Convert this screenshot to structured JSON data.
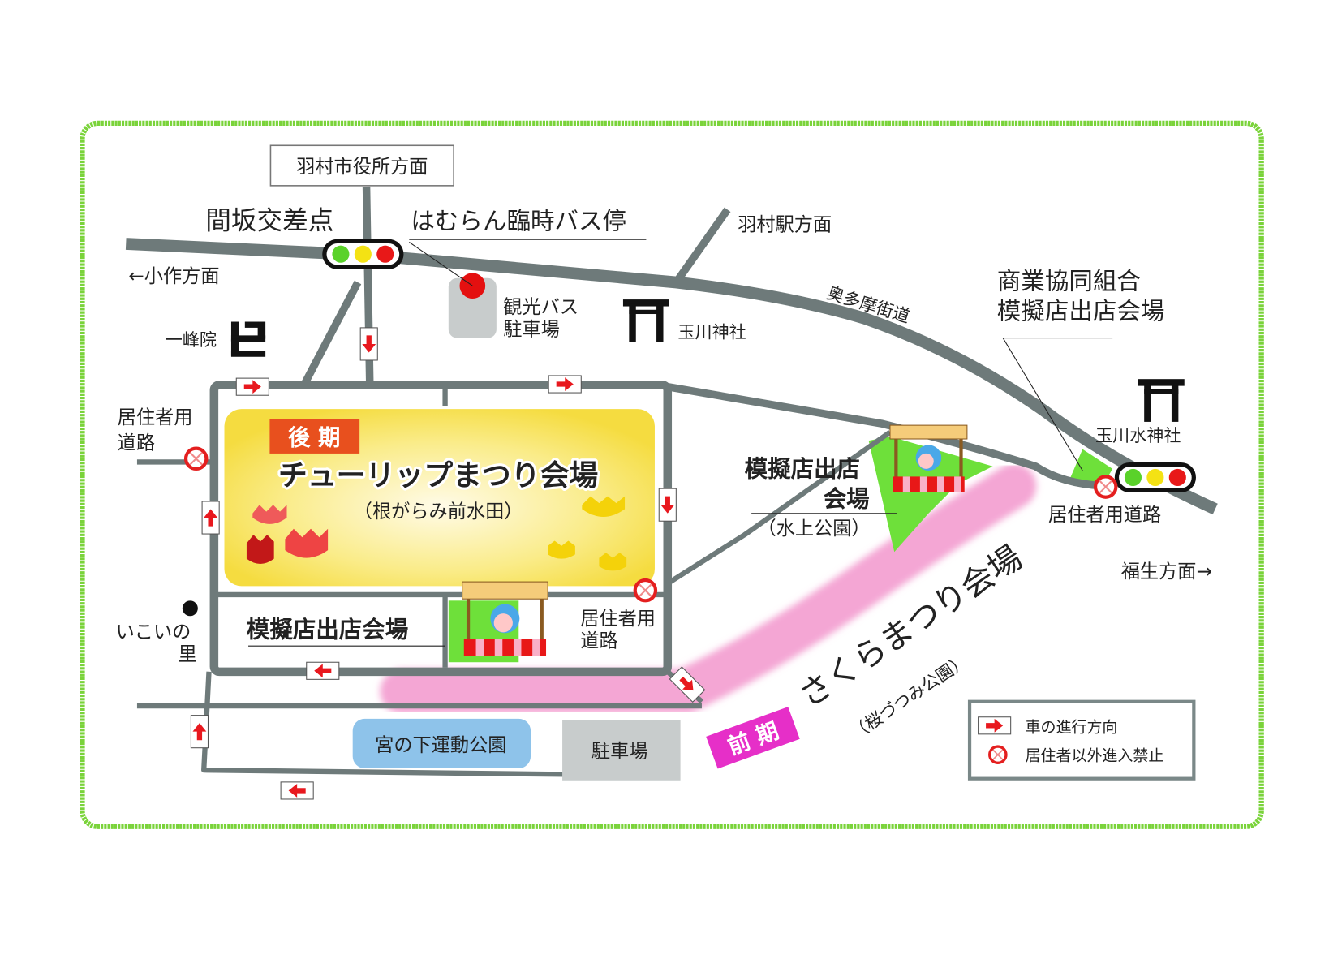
{
  "colors": {
    "road": "#6e7a7a",
    "border": "#7ad33a",
    "tulip_yellow": "#f7e35a",
    "sakura_pink": "#f4a6d4",
    "festival_red": "#e8501e",
    "festival_magenta": "#e62fc8",
    "park_green": "#6ee03a",
    "parking_gray": "#c8cccc",
    "sports_blue": "#8ec3ea"
  },
  "labels": {
    "city_hall": "羽村市役所方面",
    "aisaka_intersection": "間坂交差点",
    "bus_stop": "はむらん臨時バス停",
    "hamura_station": "羽村駅方面",
    "ozaku": "←小作方面",
    "tour_bus_parking_1": "観光バス",
    "tour_bus_parking_2": "駐車場",
    "tamagawa_shrine": "玉川神社",
    "ichihoin": "一峰院",
    "okutama_road": "奥多摩街道",
    "association_1": "商業協同組合",
    "association_2": "模擬店出店会場",
    "tamagawa_sui_shrine": "玉川水神社",
    "resident_road_right": "居住者用道路",
    "fussa": "福生方面→",
    "resident_road_left_1": "居住者用",
    "resident_road_left_2": "道路",
    "resident_road_mid_1": "居住者用",
    "resident_road_mid_2": "道路",
    "late_period": "後 期",
    "tulip_festival": "チューリップまつり会場",
    "tulip_sub": "（根がらみ前水田）",
    "stall_venue_left": "模擬店出店会場",
    "ikoi_1": "いこいの",
    "ikoi_2": "里",
    "stall_venue_mid_1": "模擬店出店",
    "stall_venue_mid_2": "会場",
    "mizukami_park": "（水上公園）",
    "sakura_festival": "さくらまつり会場",
    "sakura_sub": "（桜づつみ公園）",
    "early_period": "前 期",
    "miyanoshita_park": "宮の下運動公園",
    "parking": "駐車場"
  },
  "legend": {
    "items": [
      {
        "icon": "car-direction-arrow",
        "label": "車の進行方向"
      },
      {
        "icon": "no-entry",
        "label": "居住者以外進入禁止"
      }
    ]
  }
}
